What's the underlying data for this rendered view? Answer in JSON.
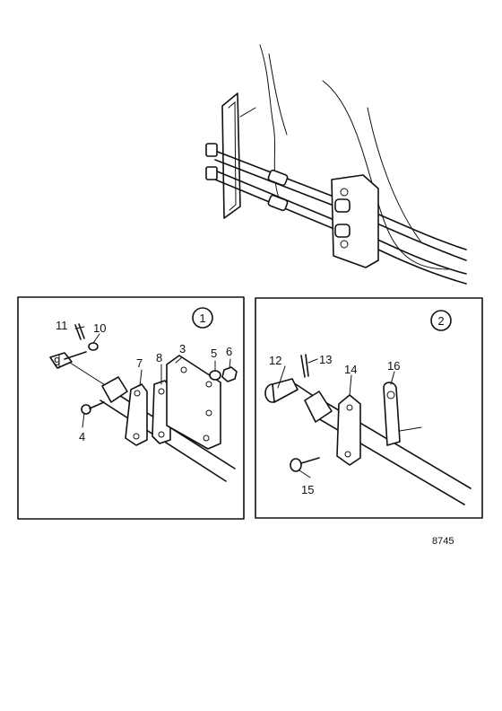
{
  "figure_number": "8745",
  "panel1": {
    "badge": "1",
    "labels": [
      "11",
      "10",
      "9",
      "7",
      "8",
      "3",
      "5",
      "6",
      "4"
    ]
  },
  "panel2": {
    "badge": "2",
    "labels": [
      "12",
      "13",
      "14",
      "16",
      "15"
    ]
  }
}
